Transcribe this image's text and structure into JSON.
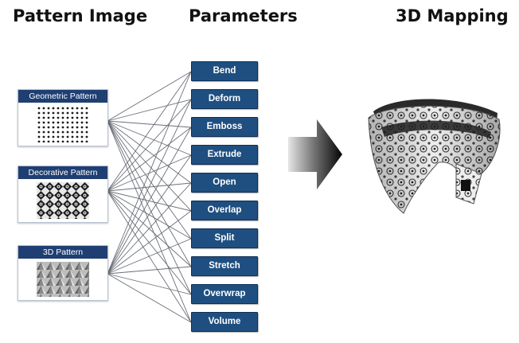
{
  "headings": {
    "pattern_image": "Pattern Image",
    "parameters": "Parameters",
    "mapping": "3D Mapping"
  },
  "patterns": [
    {
      "label": "Geometric Pattern"
    },
    {
      "label": "Decorative Pattern"
    },
    {
      "label": "3D Pattern"
    }
  ],
  "parameters": [
    {
      "label": "Bend"
    },
    {
      "label": "Deform"
    },
    {
      "label": "Emboss"
    },
    {
      "label": "Extrude"
    },
    {
      "label": "Open"
    },
    {
      "label": "Overlap"
    },
    {
      "label": "Split"
    },
    {
      "label": "Stretch"
    },
    {
      "label": "Overwrap"
    },
    {
      "label": "Volume"
    }
  ],
  "colors": {
    "button_fill": "#1f4f80",
    "title_bar": "#1f3f73",
    "line": "#6b6f78"
  },
  "connections": "every pattern connects to every parameter"
}
